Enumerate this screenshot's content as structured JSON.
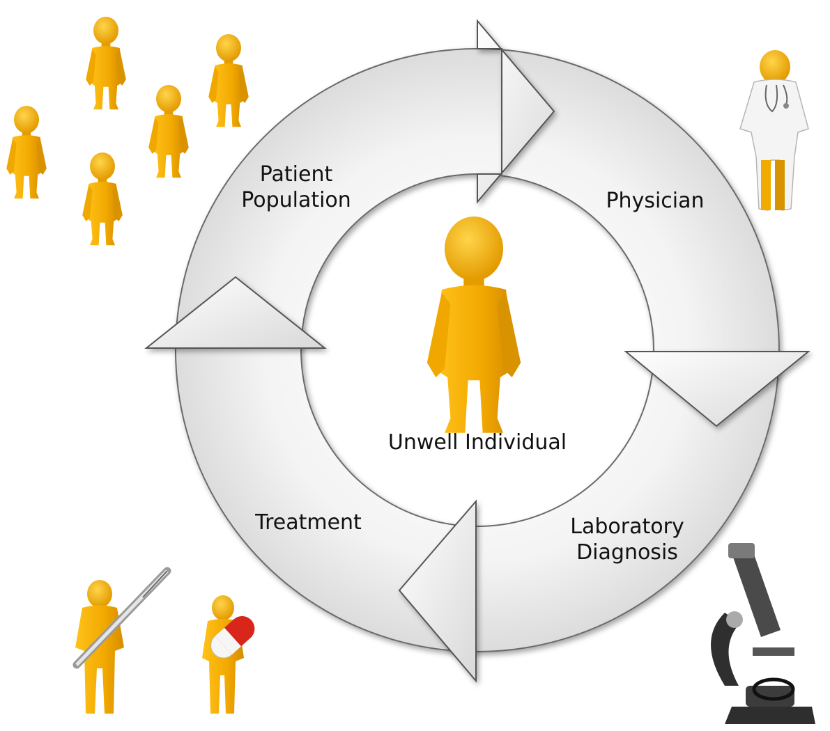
{
  "diagram": {
    "stages": [
      {
        "id": "population",
        "lines": [
          "Patient",
          "Population"
        ]
      },
      {
        "id": "physician",
        "lines": [
          "Physician"
        ]
      },
      {
        "id": "lab",
        "lines": [
          "Laboratory",
          "Diagnosis"
        ]
      },
      {
        "id": "treatment",
        "lines": [
          "Treatment"
        ]
      }
    ],
    "center_label": "Unwell Individual",
    "colors": {
      "figure": "#f5b400",
      "figure_shadow": "#d38f00",
      "arrow_fill": "#ececec",
      "arrow_stroke": "#555555",
      "coat": "#f4f4f4",
      "microscope": "#3a3a3a",
      "pill_red": "#d8261b"
    },
    "icons": [
      "people-group-icon",
      "doctor-icon",
      "microscope-icon",
      "syringe-person-icon",
      "pill-person-icon",
      "unwell-person-icon"
    ]
  }
}
